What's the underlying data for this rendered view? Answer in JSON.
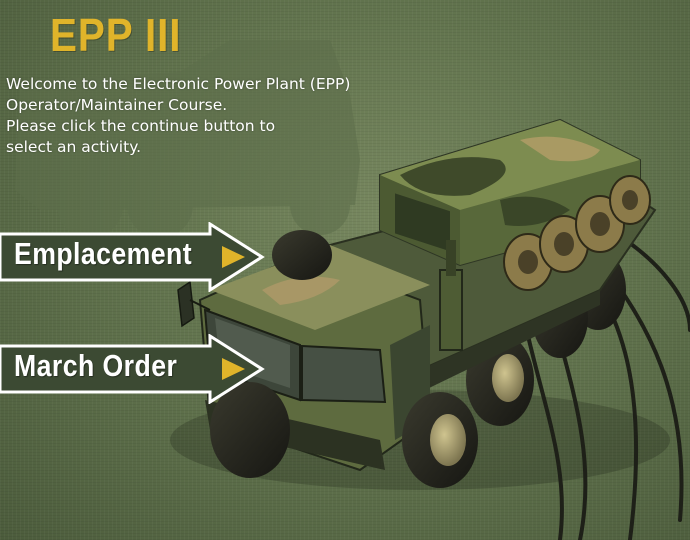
{
  "app_title": "EPP III",
  "welcome_text": "Welcome to the Electronic Power Plant (EPP)\nOperator/Maintainer Course.\nPlease click the continue button to\nselect an activity.",
  "menu": [
    {
      "label": "Emplacement",
      "icon": "play-triangle-icon"
    },
    {
      "label": "March Order",
      "icon": "play-triangle-icon"
    }
  ],
  "colors": {
    "background": "#62744e",
    "title": "#e0b42a",
    "button_fill": "#3c4a33",
    "button_border": "#ffffff",
    "arrow_accent": "#e0b42a"
  }
}
